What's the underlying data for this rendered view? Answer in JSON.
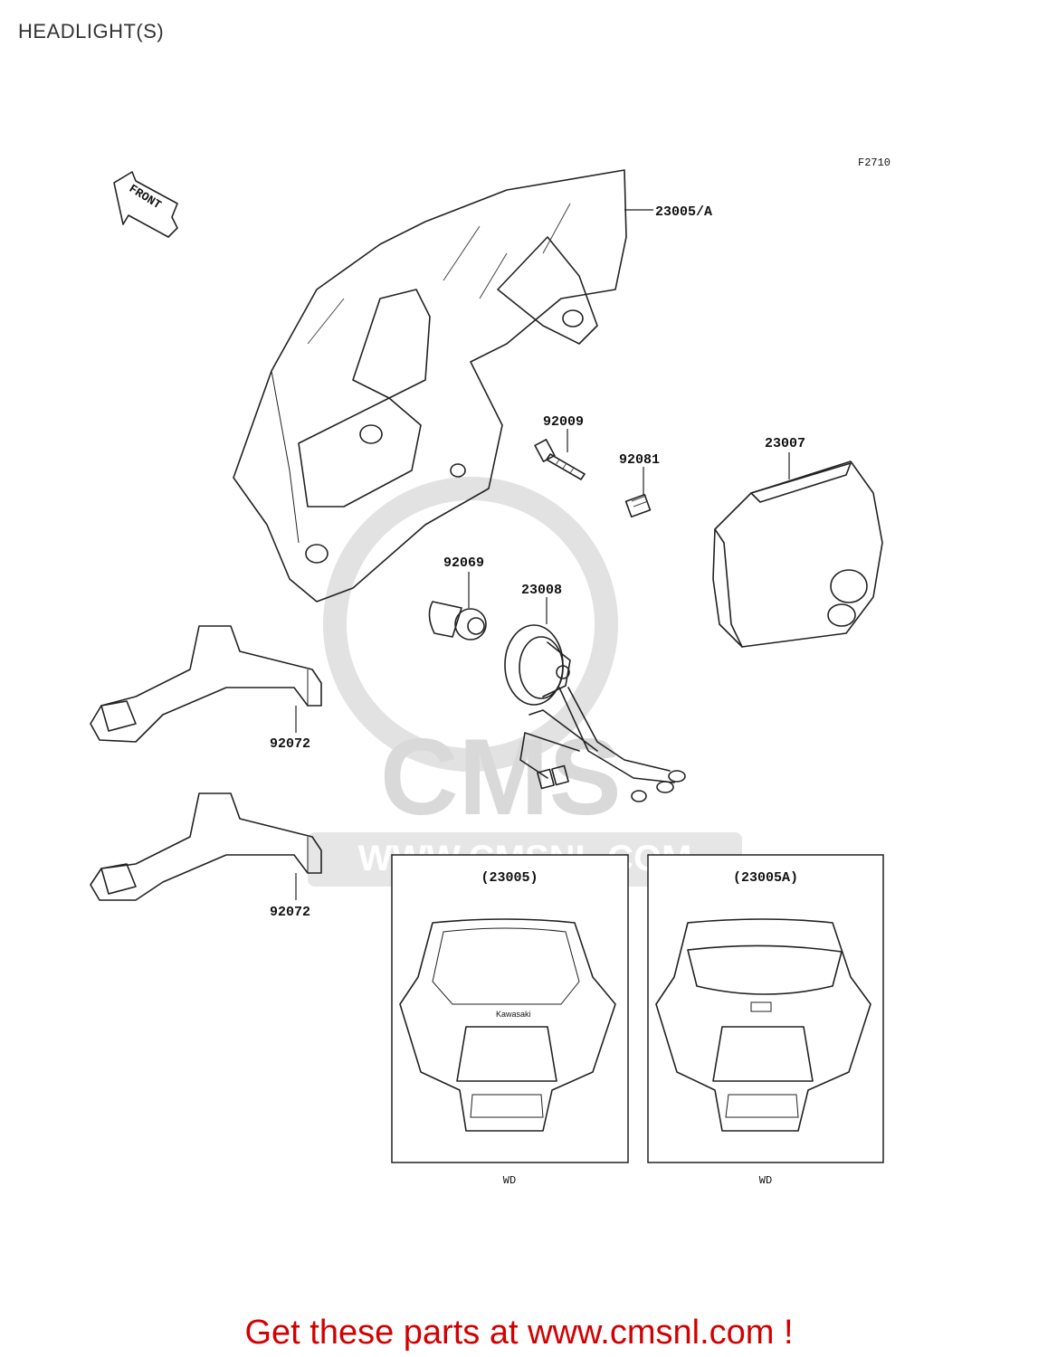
{
  "page": {
    "title": "HEADLIGHT(S)"
  },
  "diagram": {
    "figure_code": "F2710",
    "front_arrow_label": "FRONT",
    "watermark_url": "WWW.CMSNL.COM",
    "watermark_logo": "CMS",
    "parts": [
      {
        "id": "p-23005a",
        "number": "23005/A"
      },
      {
        "id": "p-92009",
        "number": "92009"
      },
      {
        "id": "p-92081",
        "number": "92081"
      },
      {
        "id": "p-23007",
        "number": "23007"
      },
      {
        "id": "p-92069",
        "number": "92069"
      },
      {
        "id": "p-23008",
        "number": "23008"
      },
      {
        "id": "p-92072-a",
        "number": "92072"
      },
      {
        "id": "p-92072-b",
        "number": "92072"
      }
    ],
    "insets": [
      {
        "title": "(23005)",
        "caption": "WD",
        "brand_mark": "Kawasaki"
      },
      {
        "title": "(23005A)",
        "caption": "WD"
      }
    ]
  },
  "promo": {
    "text": "Get these parts at www.cmsnl.com !",
    "color": "#d40000"
  }
}
